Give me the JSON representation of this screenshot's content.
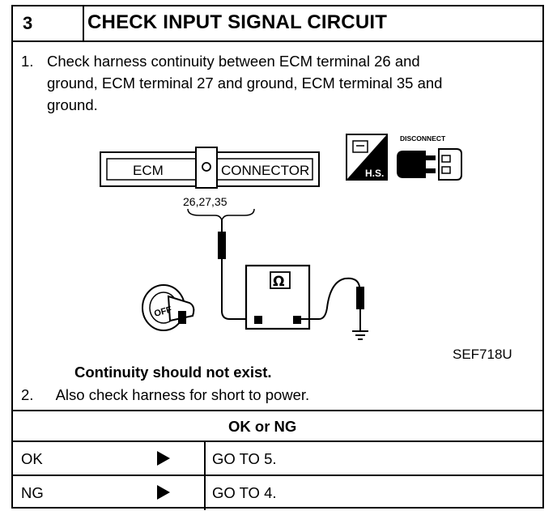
{
  "step": {
    "number": "3",
    "title": "CHECK INPUT SIGNAL CIRCUIT"
  },
  "instruction_1": {
    "num": "1.",
    "lines": [
      "Check harness continuity between ECM terminal 26 and",
      "ground, ECM terminal 27 and ground, ECM terminal 35 and",
      "ground."
    ]
  },
  "diagram": {
    "ecm_label": "ECM",
    "connector_label": "CONNECTOR",
    "terminals": "26,27,35",
    "hs_label": "H.S.",
    "disconnect_label": "DISCONNECT",
    "ohm_symbol": "Ω",
    "ignition_label": "OFF",
    "icons": [
      "harness-side-icon",
      "disconnect-connector-icon",
      "ignition-key-off-icon",
      "ohmmeter-icon",
      "ground-symbol-icon"
    ]
  },
  "figure_code": "SEF718U",
  "note": "Continuity should not exist.",
  "instruction_2": {
    "num": "2.",
    "text": "Also check harness for short to power."
  },
  "result_header": "OK or NG",
  "results": [
    {
      "label": "OK",
      "action": "GO TO 5."
    },
    {
      "label": "NG",
      "action": "GO TO 4."
    }
  ]
}
